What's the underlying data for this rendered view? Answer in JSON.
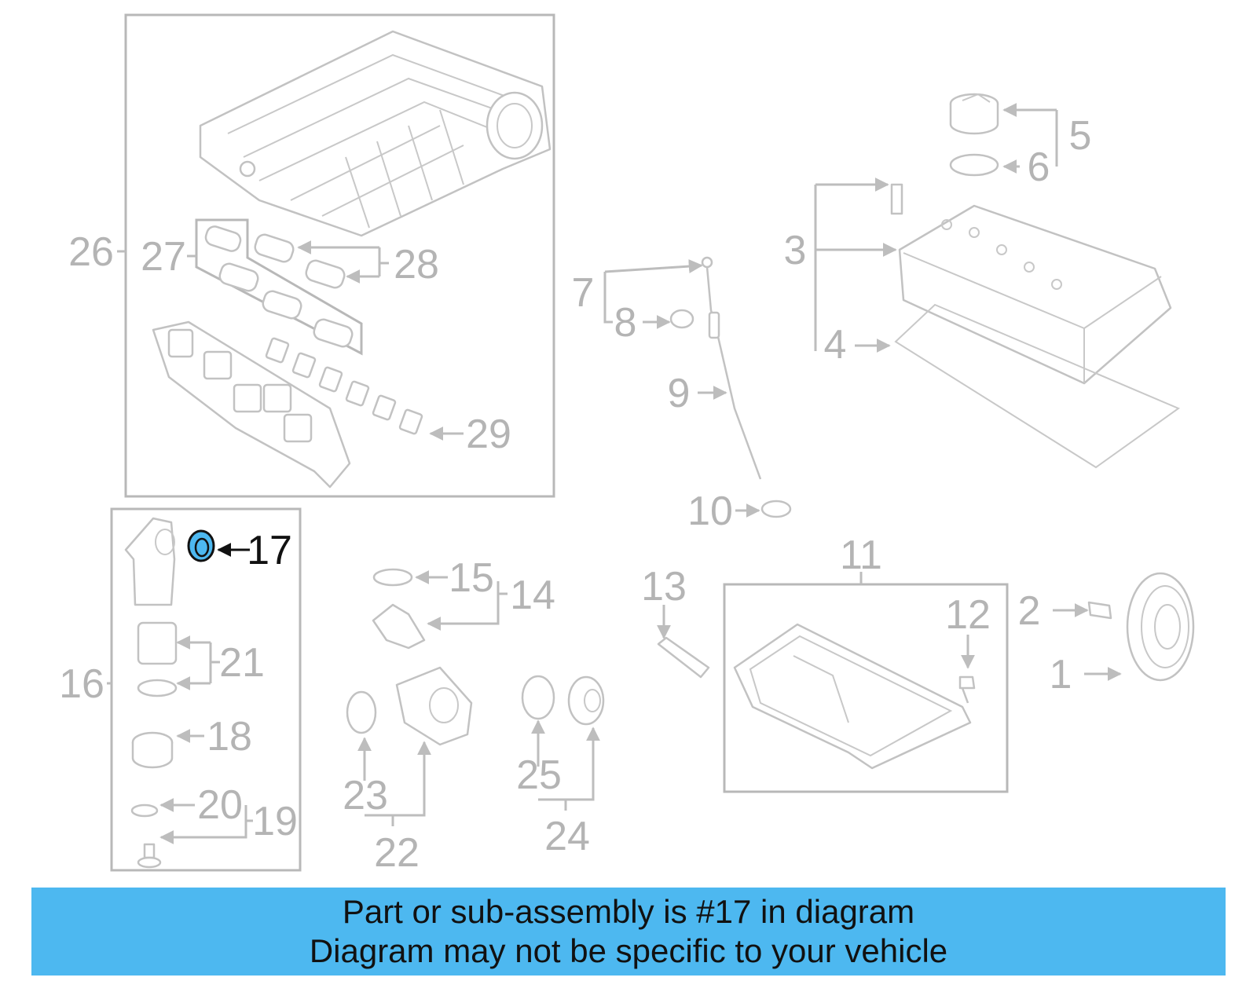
{
  "diagram": {
    "highlight_callout": "17",
    "highlight_color": "#4db8f0",
    "line_color": "#bdbdbd",
    "callouts": [
      "1",
      "2",
      "3",
      "4",
      "5",
      "6",
      "7",
      "8",
      "9",
      "10",
      "11",
      "12",
      "13",
      "14",
      "15",
      "16",
      "17",
      "18",
      "19",
      "20",
      "21",
      "22",
      "23",
      "24",
      "25",
      "26",
      "27",
      "28",
      "29"
    ]
  },
  "banner": {
    "line1": "Part or sub-assembly is #17 in diagram",
    "line2": "Diagram may not be specific to your vehicle",
    "background": "#4db8f0"
  }
}
